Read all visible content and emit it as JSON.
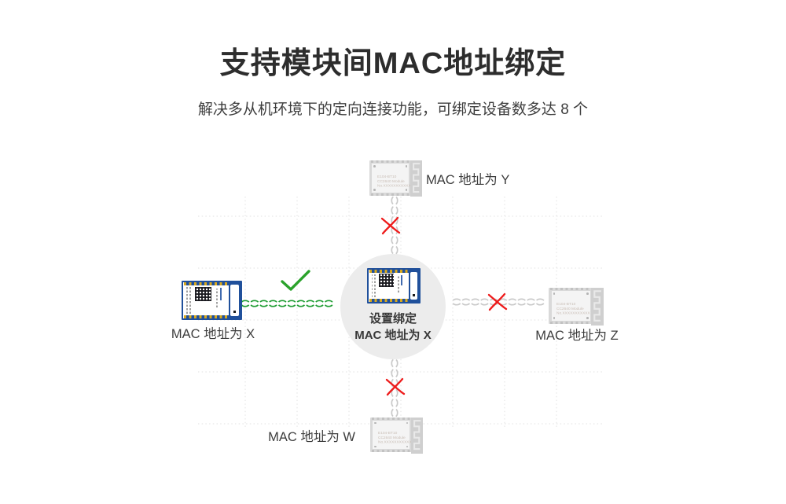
{
  "header": {
    "title": "支持模块间MAC地址绑定",
    "subtitle": "解决多从机环境下的定向连接功能，可绑定设备数多达 8 个"
  },
  "diagram": {
    "center_node": {
      "caption_line1": "设置绑定",
      "caption_line2": "MAC 地址为 X"
    },
    "node_top": {
      "label": "MAC 地址为 Y",
      "link_status": "blocked"
    },
    "node_left": {
      "label": "MAC 地址为 X",
      "link_status": "allowed"
    },
    "node_right": {
      "label": "MAC 地址为 Z",
      "link_status": "blocked"
    },
    "node_bottom": {
      "label": "MAC 地址为 W",
      "link_status": "blocked"
    },
    "ghost_module_silkscreen": {
      "line1": "E104-BT10",
      "line2": "CC2640 Module",
      "line3": "No.XXXXXXXXXXX"
    }
  },
  "colors": {
    "title_color": "#2d2d2d",
    "link_ok": "#1f9d33",
    "link_blocked": "#c9c9c9",
    "cross_red": "#ee1b1b",
    "check_green": "#2aa22b",
    "circle_bg": "#ececec",
    "module_blue": "#20509b",
    "pad_gold": "#d9a91e",
    "ghost_gray": "#d9d9d9",
    "grid_color": "#e2e2e2"
  }
}
